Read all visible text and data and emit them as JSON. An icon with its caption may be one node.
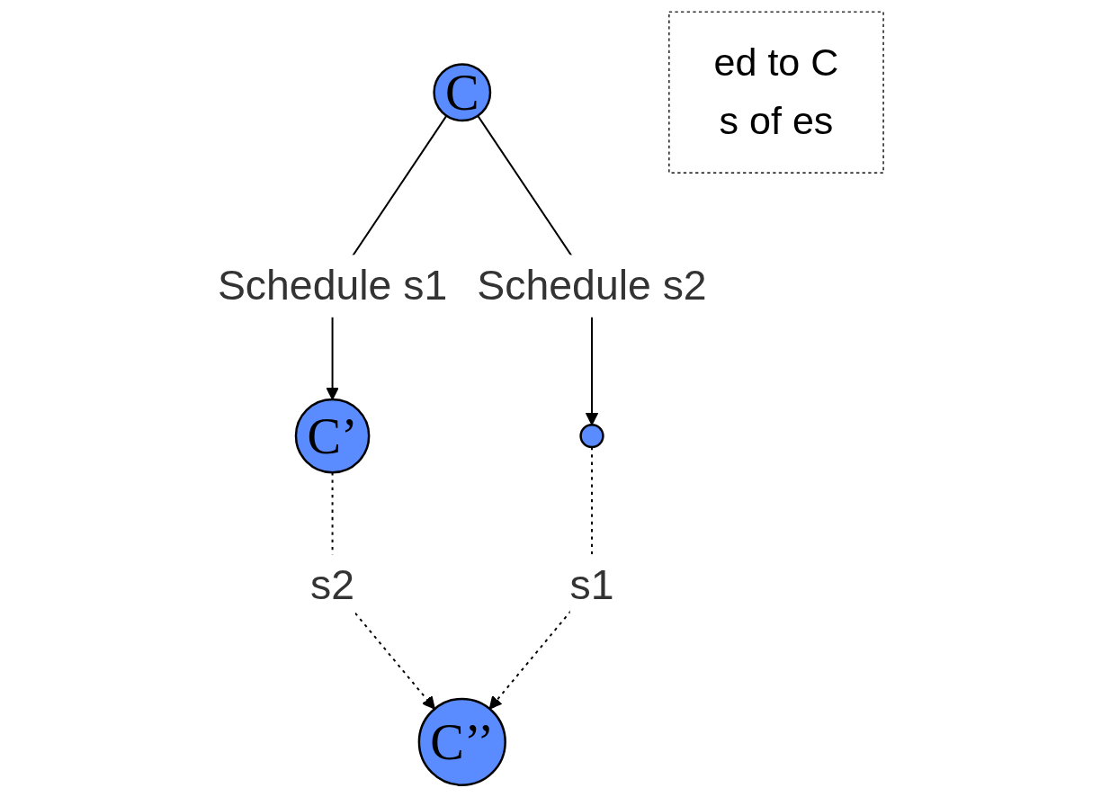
{
  "diagram": {
    "nodes": [
      {
        "text": [
          "C"
        ]
      },
      {
        "text": [
          "ed to C",
          "s of es"
        ]
      },
      {
        "text": [
          "C’"
        ]
      },
      {
        "text": [],
        "shape": "circle"
      },
      {
        "text": [
          "C’’"
        ]
      }
    ],
    "edges": [
      {
        "from": 0,
        "to": 2,
        "arrow": "to",
        "label": "Schedule s1"
      },
      {
        "from": 0,
        "to": 3,
        "arrow": "to",
        "label": "Schedule s2"
      },
      {
        "from": 2,
        "to": 4,
        "arrow": "to",
        "label": "s2",
        "style": "dashed"
      },
      {
        "from": 3,
        "to": 4,
        "arrow": "to",
        "label": "s1",
        "style": "dashed"
      }
    ]
  }
}
